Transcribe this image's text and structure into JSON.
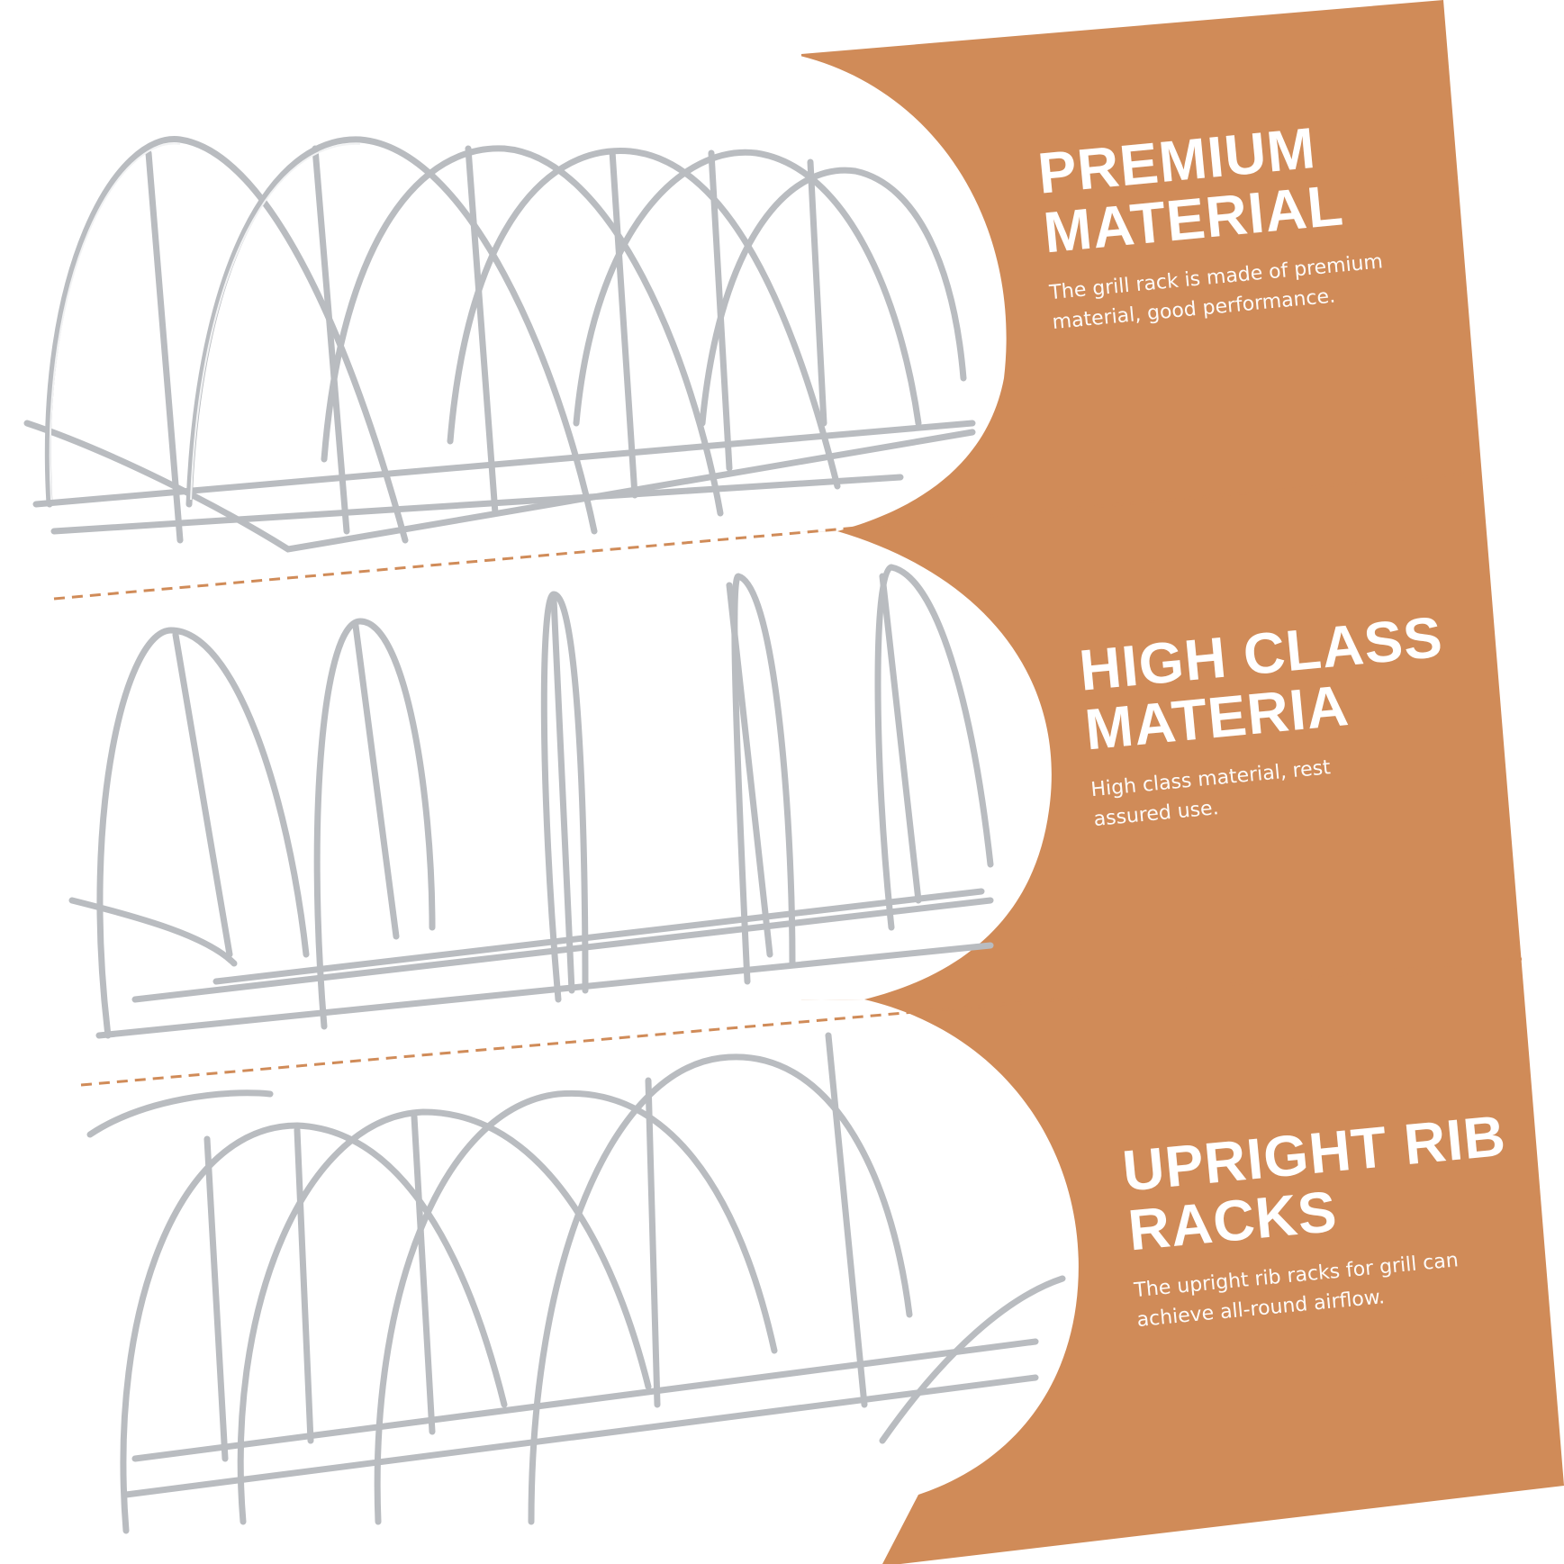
{
  "colors": {
    "panel": "#d08b58",
    "metal": "#b9bcc0",
    "metal_highlight": "#f2f3f4",
    "divider": "#d08b58",
    "text": "#ffffff"
  },
  "features": [
    {
      "title_line1": "PREMIUM",
      "title_line2": "MATERIAL",
      "desc_line1": "The grill rack is made of premium",
      "desc_line2": "material, good performance."
    },
    {
      "title_line1": "HIGH CLASS",
      "title_line2": "MATERIA",
      "desc_line1": "High class material, rest",
      "desc_line2": "assured use."
    },
    {
      "title_line1": "UPRIGHT RIB",
      "title_line2": "RACKS",
      "desc_line1": "The upright rib racks for grill can",
      "desc_line2": "achieve all-round airflow."
    }
  ]
}
